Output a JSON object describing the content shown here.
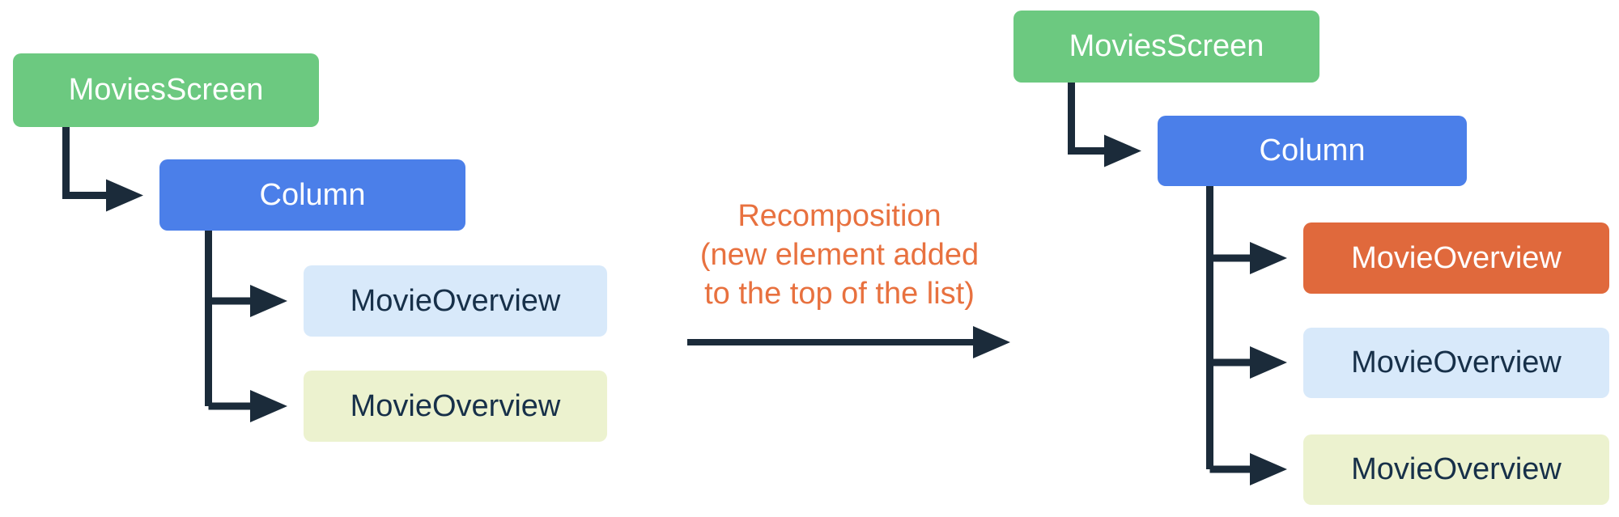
{
  "diagram": {
    "title_semantic": "Compose recomposition tree diagram",
    "left_tree": {
      "nodes": [
        {
          "label": "MoviesScreen",
          "variant": "green"
        },
        {
          "label": "Column",
          "variant": "blue"
        },
        {
          "label": "MovieOverview",
          "variant": "lightblue"
        },
        {
          "label": "MovieOverview",
          "variant": "paleyellow"
        }
      ]
    },
    "right_tree": {
      "nodes": [
        {
          "label": "MoviesScreen",
          "variant": "green"
        },
        {
          "label": "Column",
          "variant": "blue"
        },
        {
          "label": "MovieOverview",
          "variant": "orange"
        },
        {
          "label": "MovieOverview",
          "variant": "lightblue"
        },
        {
          "label": "MovieOverview",
          "variant": "paleyellow"
        }
      ]
    },
    "annotation": {
      "lines": [
        "Recomposition",
        "(new element added",
        "to the top of the list)"
      ]
    }
  },
  "colors": {
    "green": "#6CC980",
    "blue": "#4B7FE9",
    "light_blue": "#D8E9FA",
    "pale_yellow": "#ECF2CF",
    "orange": "#E0693C",
    "connector": "#1B2B3A",
    "dark_text": "#173049",
    "annotation": "#E8713F",
    "bg": "#FFFFFF"
  }
}
